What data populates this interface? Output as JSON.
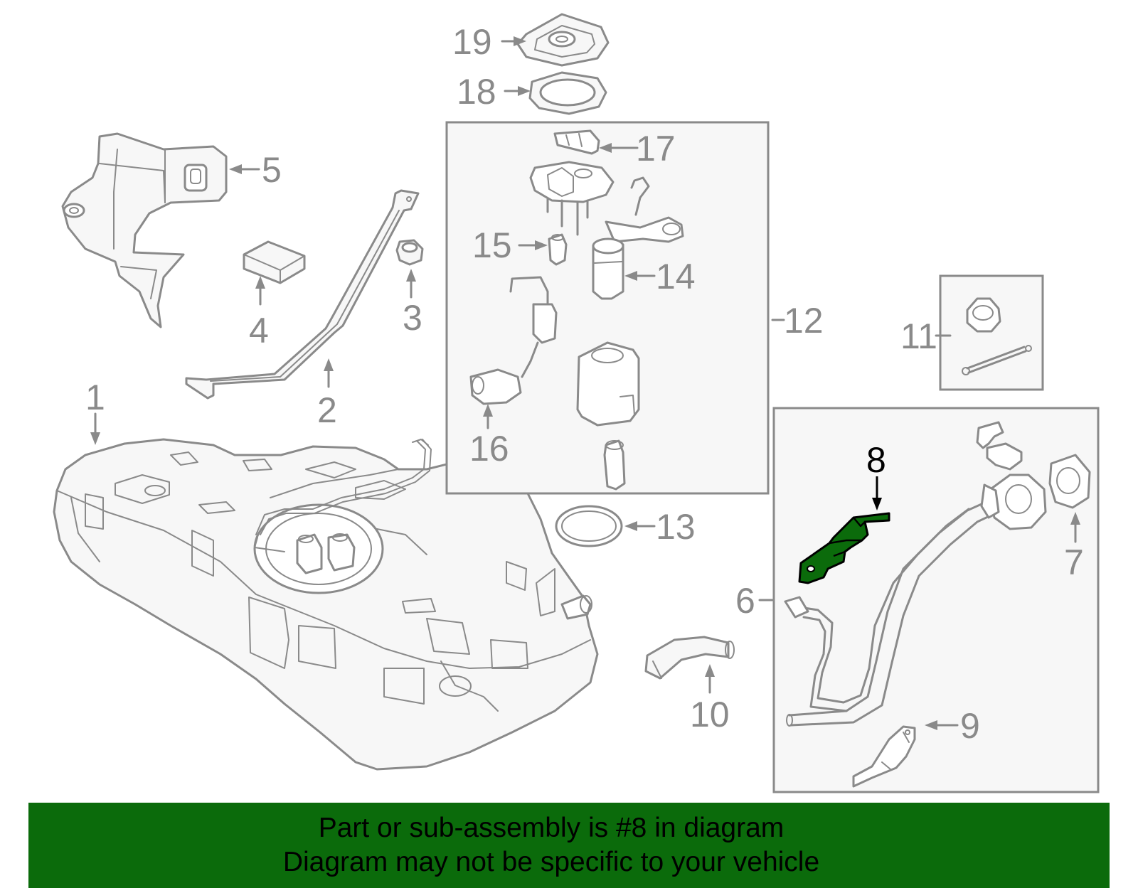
{
  "callouts": {
    "c1": "1",
    "c2": "2",
    "c3": "3",
    "c4": "4",
    "c5": "5",
    "c6": "6",
    "c7": "7",
    "c8": "8",
    "c9": "9",
    "c10": "10",
    "c11": "11",
    "c12": "12",
    "c13": "13",
    "c14": "14",
    "c15": "15",
    "c16": "16",
    "c17": "17",
    "c18": "18",
    "c19": "19"
  },
  "highlighted_part": "8",
  "colors": {
    "highlight": "#0b6b0b",
    "part_outline": "#8a8a8a",
    "banner_bg": "#0b6b0b"
  },
  "banner": {
    "line1": "Part or sub-assembly is #8 in diagram",
    "line2": "Diagram may not be specific to your vehicle"
  }
}
